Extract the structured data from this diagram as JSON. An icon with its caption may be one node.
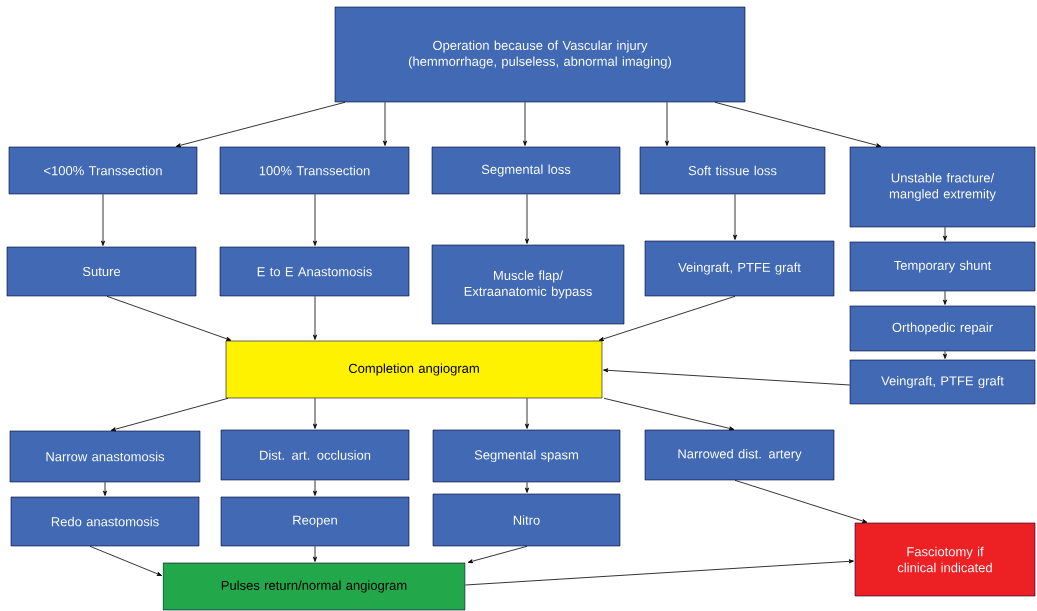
{
  "diagram": {
    "nodes": [
      {
        "text": [
          "Operation because of Vascular injury (hemmorrhage, pulseless, abnormal imaging)"
        ]
      },
      {
        "text": [
          "<100% Transsection"
        ]
      },
      {
        "text": [
          "100% Transsection"
        ]
      },
      {
        "text": [
          "Segmental loss"
        ]
      },
      {
        "text": [
          "Soft tissue loss"
        ]
      },
      {
        "text": [
          "Unstable fracture/ mangled extremity"
        ]
      },
      {
        "text": [
          "Suture"
        ]
      },
      {
        "text": [
          "E to E Anastomosis"
        ]
      },
      {
        "text": [
          "Muscle flap/ Extraanatomic bypass"
        ]
      },
      {
        "text": [
          "Veingraft, PTFE graft"
        ]
      },
      {
        "text": [
          "Temporary shunt"
        ]
      },
      {
        "text": [
          "Orthopedic repair"
        ]
      },
      {
        "text": [
          "Veingraft, PTFE graft"
        ]
      },
      {
        "text": [
          "Completion angiogram"
        ]
      },
      {
        "text": [
          "Narrow anastomosis"
        ]
      },
      {
        "text": [
          "Dist. art. occlusion"
        ]
      },
      {
        "text": [
          "Segmental spasm"
        ]
      },
      {
        "text": [
          "Narrowed dist. artery"
        ]
      },
      {
        "text": [
          "Redo anastomosis"
        ]
      },
      {
        "text": [
          "Reopen"
        ]
      },
      {
        "text": [
          "Nitro"
        ]
      },
      {
        "text": [
          "Fasciotomy if clinical indicated"
        ]
      },
      {
        "text": [
          "Pulses return/normal angiogram"
        ]
      }
    ],
    "edges": [
      {
        "from": 0,
        "to": 1,
        "arrow": "to"
      },
      {
        "from": 0,
        "to": 2,
        "arrow": "to"
      },
      {
        "from": 0,
        "to": 3,
        "arrow": "to"
      },
      {
        "from": 0,
        "to": 4,
        "arrow": "to"
      },
      {
        "from": 0,
        "to": 5,
        "arrow": "to"
      },
      {
        "from": 1,
        "to": 6,
        "arrow": "to"
      },
      {
        "from": 2,
        "to": 7,
        "arrow": "to"
      },
      {
        "from": 3,
        "to": 8,
        "arrow": "to"
      },
      {
        "from": 4,
        "to": 9,
        "arrow": "to"
      },
      {
        "from": 5,
        "to": 10,
        "arrow": "to"
      },
      {
        "from": 10,
        "to": 11,
        "arrow": "to"
      },
      {
        "from": 11,
        "to": 12,
        "arrow": "to"
      },
      {
        "from": 6,
        "to": 13,
        "arrow": "to"
      },
      {
        "from": 7,
        "to": 13,
        "arrow": "to"
      },
      {
        "from": 9,
        "to": 13,
        "arrow": "to"
      },
      {
        "from": 12,
        "to": 13,
        "arrow": "to"
      },
      {
        "from": 13,
        "to": 14,
        "arrow": "to"
      },
      {
        "from": 13,
        "to": 15,
        "arrow": "to"
      },
      {
        "from": 13,
        "to": 16,
        "arrow": "to"
      },
      {
        "from": 13,
        "to": 17,
        "arrow": "to"
      },
      {
        "from": 14,
        "to": 18,
        "arrow": "to"
      },
      {
        "from": 15,
        "to": 19,
        "arrow": "to"
      },
      {
        "from": 16,
        "to": 20,
        "arrow": "to"
      },
      {
        "from": 17,
        "to": 21,
        "arrow": "to"
      },
      {
        "from": 18,
        "to": 22,
        "arrow": "to"
      },
      {
        "from": 19,
        "to": 22,
        "arrow": "to"
      },
      {
        "from": 20,
        "to": 22,
        "arrow": "to"
      },
      {
        "from": 22,
        "to": 21,
        "arrow": "to"
      }
    ]
  }
}
